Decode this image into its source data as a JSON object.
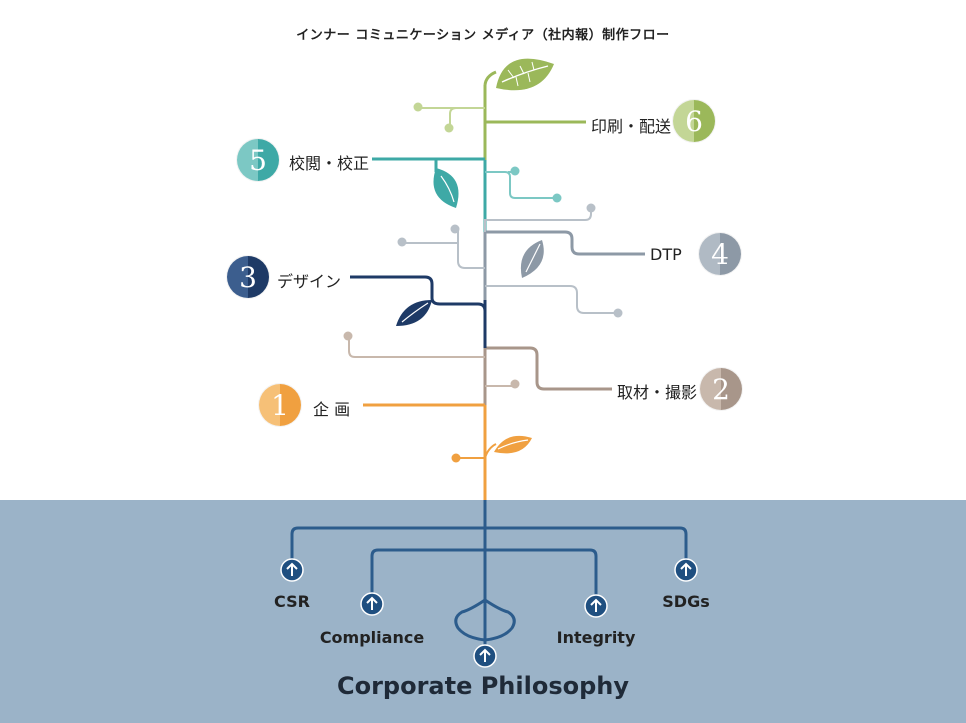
{
  "title": "インナー コミュニケーション メディア（社内報）制作フロー",
  "steps": [
    {
      "number": "1",
      "label": "企 画",
      "color": "#f0a040",
      "color_light": "#f6c077"
    },
    {
      "number": "2",
      "label": "取材・撮影",
      "color": "#a8968a",
      "color_light": "#c8b8ac"
    },
    {
      "number": "3",
      "label": "デザイン",
      "color": "#1e3a66",
      "color_light": "#3c5e8e"
    },
    {
      "number": "4",
      "label": "DTP",
      "color": "#8d99a6",
      "color_light": "#b0bac4"
    },
    {
      "number": "5",
      "label": "校閲・校正",
      "color": "#3ea9a6",
      "color_light": "#7cc8c4"
    },
    {
      "number": "6",
      "label": "印刷・配送",
      "color": "#9bb85a",
      "color_light": "#c3d696"
    }
  ],
  "roots": {
    "csr": "CSR",
    "compliance": "Compliance",
    "integrity": "Integrity",
    "sdgs": "SDGs",
    "base": "Corporate Philosophy"
  },
  "colors": {
    "root_bg": "#9bb3c8",
    "root_line": "#2c5c8c",
    "arrow_node": "#1f4f80"
  }
}
